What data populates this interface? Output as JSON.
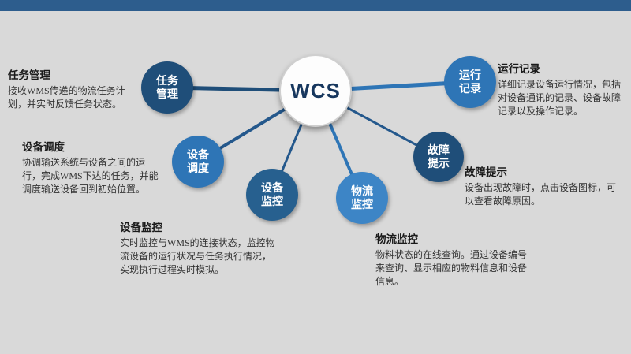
{
  "palette": {
    "background": "#d9d9d9",
    "topbar": "#2d5d8d",
    "node_dark": "#1f4e79",
    "node_medium": "#2e75b6",
    "node_light": "#3d85c6",
    "center_text": "#17375e",
    "connector": "#24588c"
  },
  "center": {
    "label": "WCS"
  },
  "nodes": {
    "task": {
      "line1": "任务",
      "line2": "管理"
    },
    "dispatch": {
      "line1": "设备",
      "line2": "调度"
    },
    "devmon": {
      "line1": "设备",
      "line2": "监控"
    },
    "logmon": {
      "line1": "物流",
      "line2": "监控"
    },
    "fault": {
      "line1": "故障",
      "line2": "提示"
    },
    "record": {
      "line1": "运行",
      "line2": "记录"
    }
  },
  "descriptions": {
    "task": {
      "title": "任务管理",
      "body": "接收WMS传递的物流任务计划，并实时反馈任务状态。"
    },
    "dispatch": {
      "title": "设备调度",
      "body": "协调输送系统与设备之间的运行，完成WMS下达的任务，并能调度输送设备回到初始位置。"
    },
    "devmon": {
      "title": "设备监控",
      "body": "实时监控与WMS的连接状态，监控物流设备的运行状况与任务执行情况，实现执行过程实时模拟。"
    },
    "logmon": {
      "title": "物流监控",
      "body": "物料状态的在线查询。通过设备编号来查询、显示相应的物料信息和设备信息。"
    },
    "record": {
      "title": "运行记录",
      "body": "详细记录设备运行情况，包括对设备通讯的记录、设备故障记录以及操作记录。"
    },
    "fault": {
      "title": "故障提示",
      "body": "设备出现故障时，点击设备图标，可以查看故障原因。"
    }
  }
}
